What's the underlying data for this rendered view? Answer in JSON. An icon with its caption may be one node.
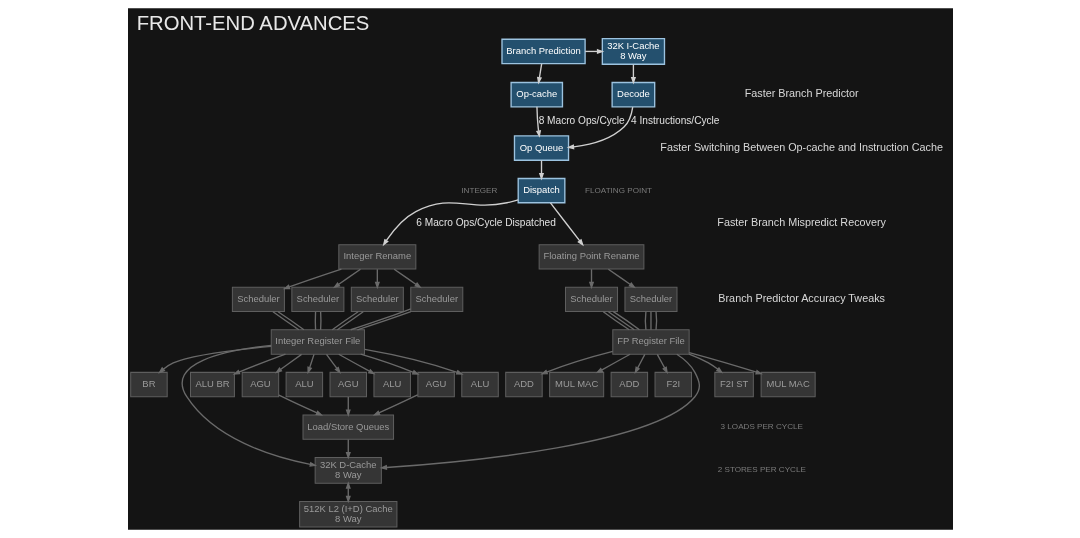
{
  "diagram": {
    "title": "FRONT-END ADVANCES",
    "nodes": [
      {
        "text": [
          "32K I-Cache",
          "8 Way"
        ]
      },
      {
        "text": [
          "Branch Prediction"
        ]
      },
      {
        "text": [
          "Decode"
        ]
      },
      {
        "text": [
          "Op-cache"
        ]
      },
      {
        "text": [
          "Op Queue"
        ]
      },
      {
        "text": [
          "Dispatch"
        ]
      },
      {
        "text": [
          "Integer Rename"
        ]
      },
      {
        "text": [
          "Floating Point Rename"
        ]
      },
      {
        "text": [
          "Scheduler"
        ]
      },
      {
        "text": [
          "Scheduler"
        ]
      },
      {
        "text": [
          "Scheduler"
        ]
      },
      {
        "text": [
          "Scheduler"
        ]
      },
      {
        "text": [
          "Scheduler"
        ]
      },
      {
        "text": [
          "Scheduler"
        ]
      },
      {
        "text": [
          "Integer Register File"
        ]
      },
      {
        "text": [
          "FP Register File"
        ]
      },
      {
        "text": [
          "ALU BR"
        ]
      },
      {
        "text": [
          "AGU"
        ]
      },
      {
        "text": [
          "ALU"
        ]
      },
      {
        "text": [
          "AGU"
        ]
      },
      {
        "text": [
          "ALU"
        ]
      },
      {
        "text": [
          "AGU"
        ]
      },
      {
        "text": [
          "ALU"
        ]
      },
      {
        "text": [
          "BR"
        ]
      },
      {
        "text": [
          "F2I ST"
        ]
      },
      {
        "text": [
          "MUL MAC"
        ]
      },
      {
        "text": [
          "ADD"
        ]
      },
      {
        "text": [
          "MUL MAC"
        ]
      },
      {
        "text": [
          "ADD"
        ]
      },
      {
        "text": [
          "F2I"
        ]
      },
      {
        "text": [
          "Load/Store Queues"
        ]
      },
      {
        "text": [
          "32K D-Cache",
          "8 Way"
        ]
      },
      {
        "text": [
          "512K L2 (I+D) Cache",
          "8 Way"
        ]
      }
    ],
    "edges": [
      {
        "from": 1,
        "to": 0,
        "arrow": "to",
        "color": "#d0d0d0"
      },
      {
        "from": 0,
        "to": 2,
        "arrow": "to",
        "color": "#d0d0d0"
      },
      {
        "from": 1,
        "to": 3,
        "arrow": "to",
        "color": "#d0d0d0"
      },
      {
        "from": 2,
        "to": 4,
        "arrow": "to",
        "label": "4 Instructions/Cycle",
        "color": "#d0d0d0"
      },
      {
        "from": 3,
        "to": 4,
        "arrow": "to",
        "label": "8 Macro Ops/Cycle",
        "color": "#d0d0d0"
      },
      {
        "from": 4,
        "to": 5,
        "arrow": "to",
        "color": "#d0d0d0"
      },
      {
        "from": 5,
        "to": 6,
        "arrow": "to",
        "label": "6 Macro Ops/Cycle Dispatched",
        "color": "#d0d0d0"
      },
      {
        "from": 5,
        "to": 7,
        "arrow": "to",
        "color": "#d0d0d0"
      },
      {
        "from": 6,
        "to": 8,
        "arrow": "to"
      },
      {
        "from": 6,
        "to": 9,
        "arrow": "to"
      },
      {
        "from": 6,
        "to": 10,
        "arrow": "to"
      },
      {
        "from": 6,
        "to": 11,
        "arrow": "to"
      },
      {
        "from": 7,
        "to": 12,
        "arrow": "to"
      },
      {
        "from": 7,
        "to": 13,
        "arrow": "to"
      },
      {
        "from": 8,
        "to": 14,
        "arrow": "none"
      },
      {
        "from": 8,
        "to": 14,
        "arrow": "none"
      },
      {
        "from": 9,
        "to": 14,
        "arrow": "none"
      },
      {
        "from": 9,
        "to": 14,
        "arrow": "none"
      },
      {
        "from": 10,
        "to": 14,
        "arrow": "none"
      },
      {
        "from": 10,
        "to": 14,
        "arrow": "none"
      },
      {
        "from": 11,
        "to": 14,
        "arrow": "none"
      },
      {
        "from": 11,
        "to": 14,
        "arrow": "none"
      },
      {
        "from": 12,
        "to": 15,
        "arrow": "none"
      },
      {
        "from": 12,
        "to": 15,
        "arrow": "none"
      },
      {
        "from": 12,
        "to": 15,
        "arrow": "none"
      },
      {
        "from": 13,
        "to": 15,
        "arrow": "none"
      },
      {
        "from": 13,
        "to": 15,
        "arrow": "none"
      },
      {
        "from": 13,
        "to": 15,
        "arrow": "none"
      },
      {
        "from": 14,
        "to": 16,
        "arrow": "to"
      },
      {
        "from": 14,
        "to": 17,
        "arrow": "to"
      },
      {
        "from": 14,
        "to": 18,
        "arrow": "to"
      },
      {
        "from": 14,
        "to": 19,
        "arrow": "to"
      },
      {
        "from": 14,
        "to": 20,
        "arrow": "to"
      },
      {
        "from": 14,
        "to": 21,
        "arrow": "to"
      },
      {
        "from": 14,
        "to": 22,
        "arrow": "to"
      },
      {
        "from": 14,
        "to": 23,
        "arrow": "to"
      },
      {
        "from": 15,
        "to": 24,
        "arrow": "to"
      },
      {
        "from": 15,
        "to": 25,
        "arrow": "to"
      },
      {
        "from": 15,
        "to": 26,
        "arrow": "to"
      },
      {
        "from": 15,
        "to": 27,
        "arrow": "to"
      },
      {
        "from": 15,
        "to": 28,
        "arrow": "to"
      },
      {
        "from": 15,
        "to": 29,
        "arrow": "to"
      },
      {
        "from": 17,
        "to": 30,
        "arrow": "to"
      },
      {
        "from": 19,
        "to": 30,
        "arrow": "to"
      },
      {
        "from": 21,
        "to": 30,
        "arrow": "to"
      },
      {
        "from": 14,
        "to": 31,
        "arrow": "to"
      },
      {
        "from": 15,
        "to": 31,
        "arrow": "to"
      },
      {
        "from": 30,
        "to": 31,
        "arrow": "to"
      },
      {
        "from": 31,
        "to": 32,
        "arrow": "both"
      }
    ],
    "labels": [
      "Faster Branch Predictor",
      "Faster Switching Between Op-cache and Instruction Cache",
      "Faster Branch Mispredict Recovery",
      "Branch Predictor Accuracy Tweaks",
      "INTEGER",
      "FLOATING POINT",
      "3 LOADS PER CYCLE",
      "2 STORES PER CYCLE"
    ]
  }
}
